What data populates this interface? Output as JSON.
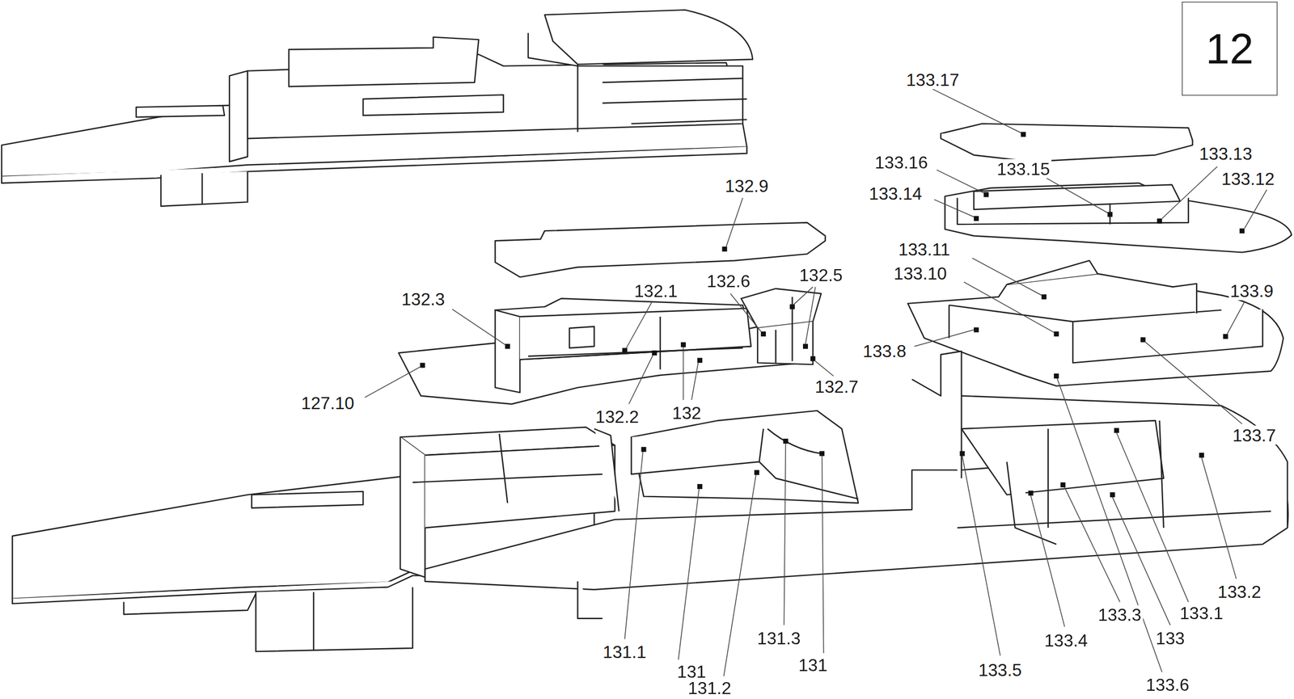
{
  "diagram": {
    "nodes": [
      {
        "text": [
          "12"
        ]
      }
    ],
    "labels": [
      "133.17",
      "133.16",
      "133.15",
      "133.13",
      "133.12",
      "133.14",
      "132.9",
      "133.11",
      "133.10",
      "133.9",
      "132.3",
      "132.1",
      "132.6",
      "132.5",
      "133.8",
      "127.10",
      "132.2",
      "132",
      "132.7",
      "133.7",
      "131.1",
      "131",
      "131.2",
      "131.3",
      "131",
      "133.5",
      "133.4",
      "133.3",
      "133",
      "133.6",
      "133.1",
      "133.2"
    ]
  }
}
